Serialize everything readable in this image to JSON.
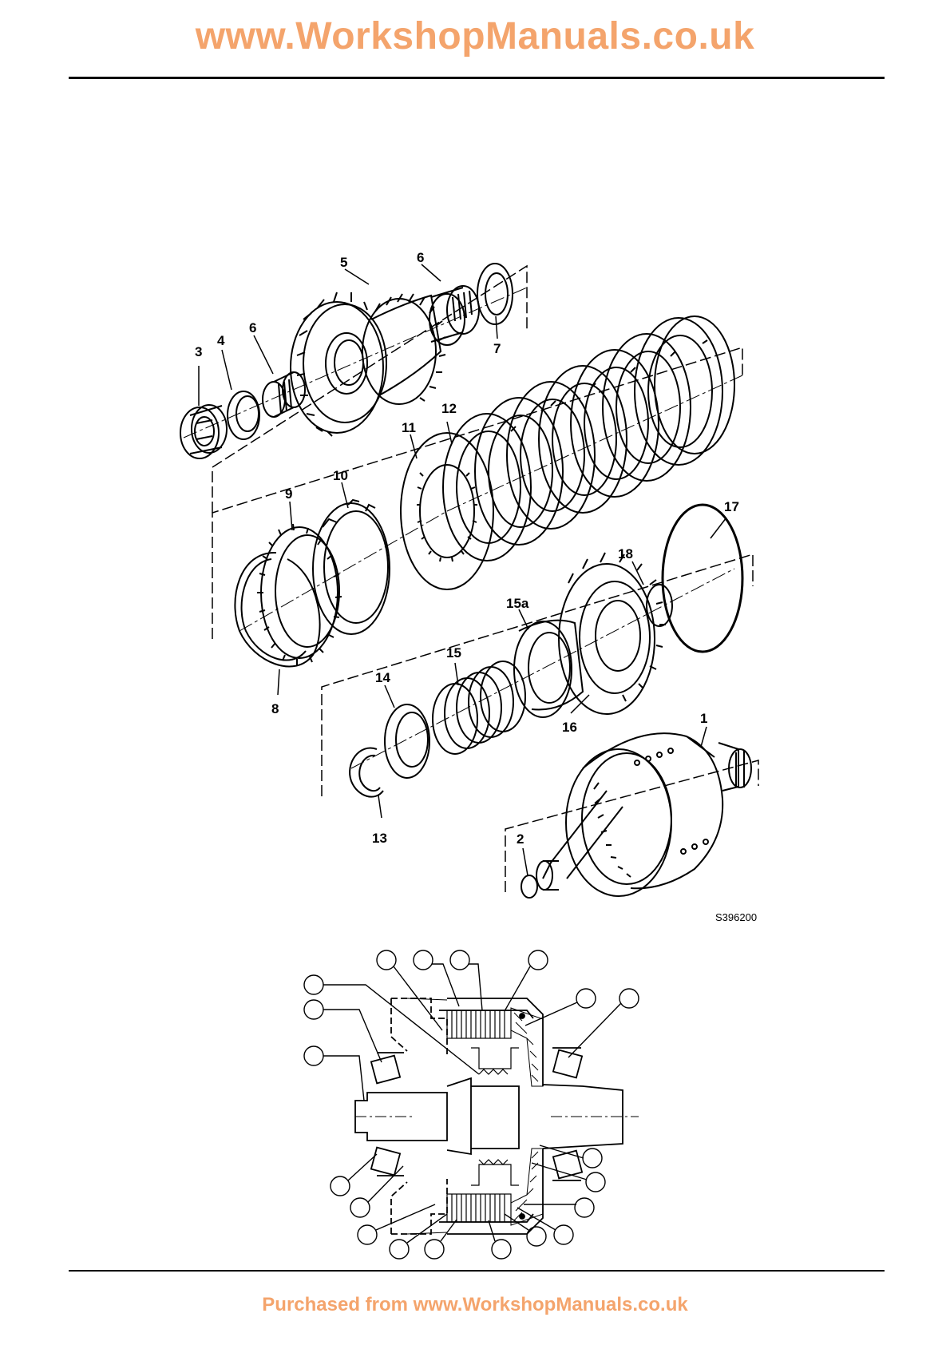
{
  "header": {
    "site": "www.WorkshopManuals.co.uk",
    "color": "#f4a46c"
  },
  "footer": {
    "text": "Purchased from www.WorkshopManuals.co.uk",
    "color": "#f4a46c"
  },
  "exploded_view": {
    "figure_ref": "S396200",
    "callouts": {
      "c1": "1",
      "c2": "2",
      "c3": "3",
      "c4": "4",
      "c5": "5",
      "c6a": "6",
      "c6b": "6",
      "c7": "7",
      "c8": "8",
      "c9": "9",
      "c10": "10",
      "c11": "11",
      "c12": "12",
      "c13": "13",
      "c14": "14",
      "c15": "15",
      "c15a": "15a",
      "c16": "16",
      "c17": "17",
      "c18": "18"
    }
  },
  "sectional_view": {
    "blank_callout_count": 20
  }
}
